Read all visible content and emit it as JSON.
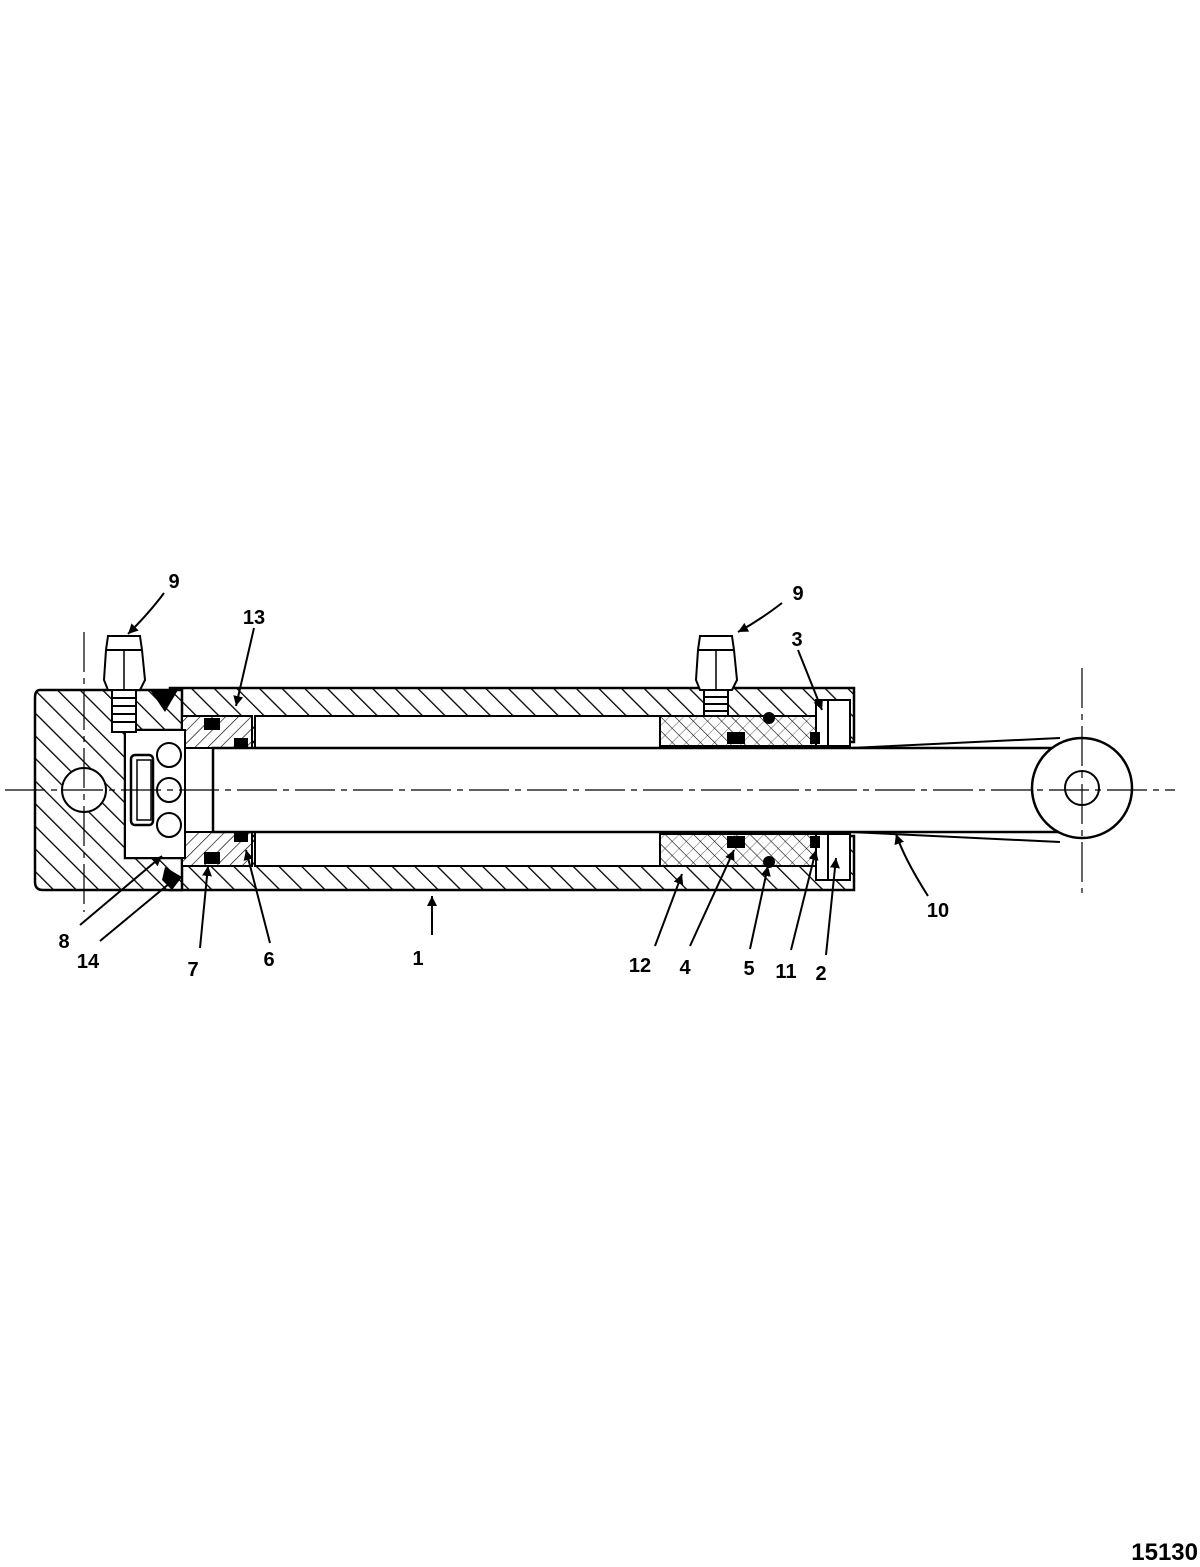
{
  "diagram": {
    "callouts": {
      "c1": "1",
      "c2": "2",
      "c3": "3",
      "c4": "4",
      "c5": "5",
      "c6": "6",
      "c7": "7",
      "c8": "8",
      "c9_left": "9",
      "c9_right": "9",
      "c10": "10",
      "c11": "11",
      "c12": "12",
      "c13": "13",
      "c14": "14"
    },
    "reference_number": "15130"
  }
}
